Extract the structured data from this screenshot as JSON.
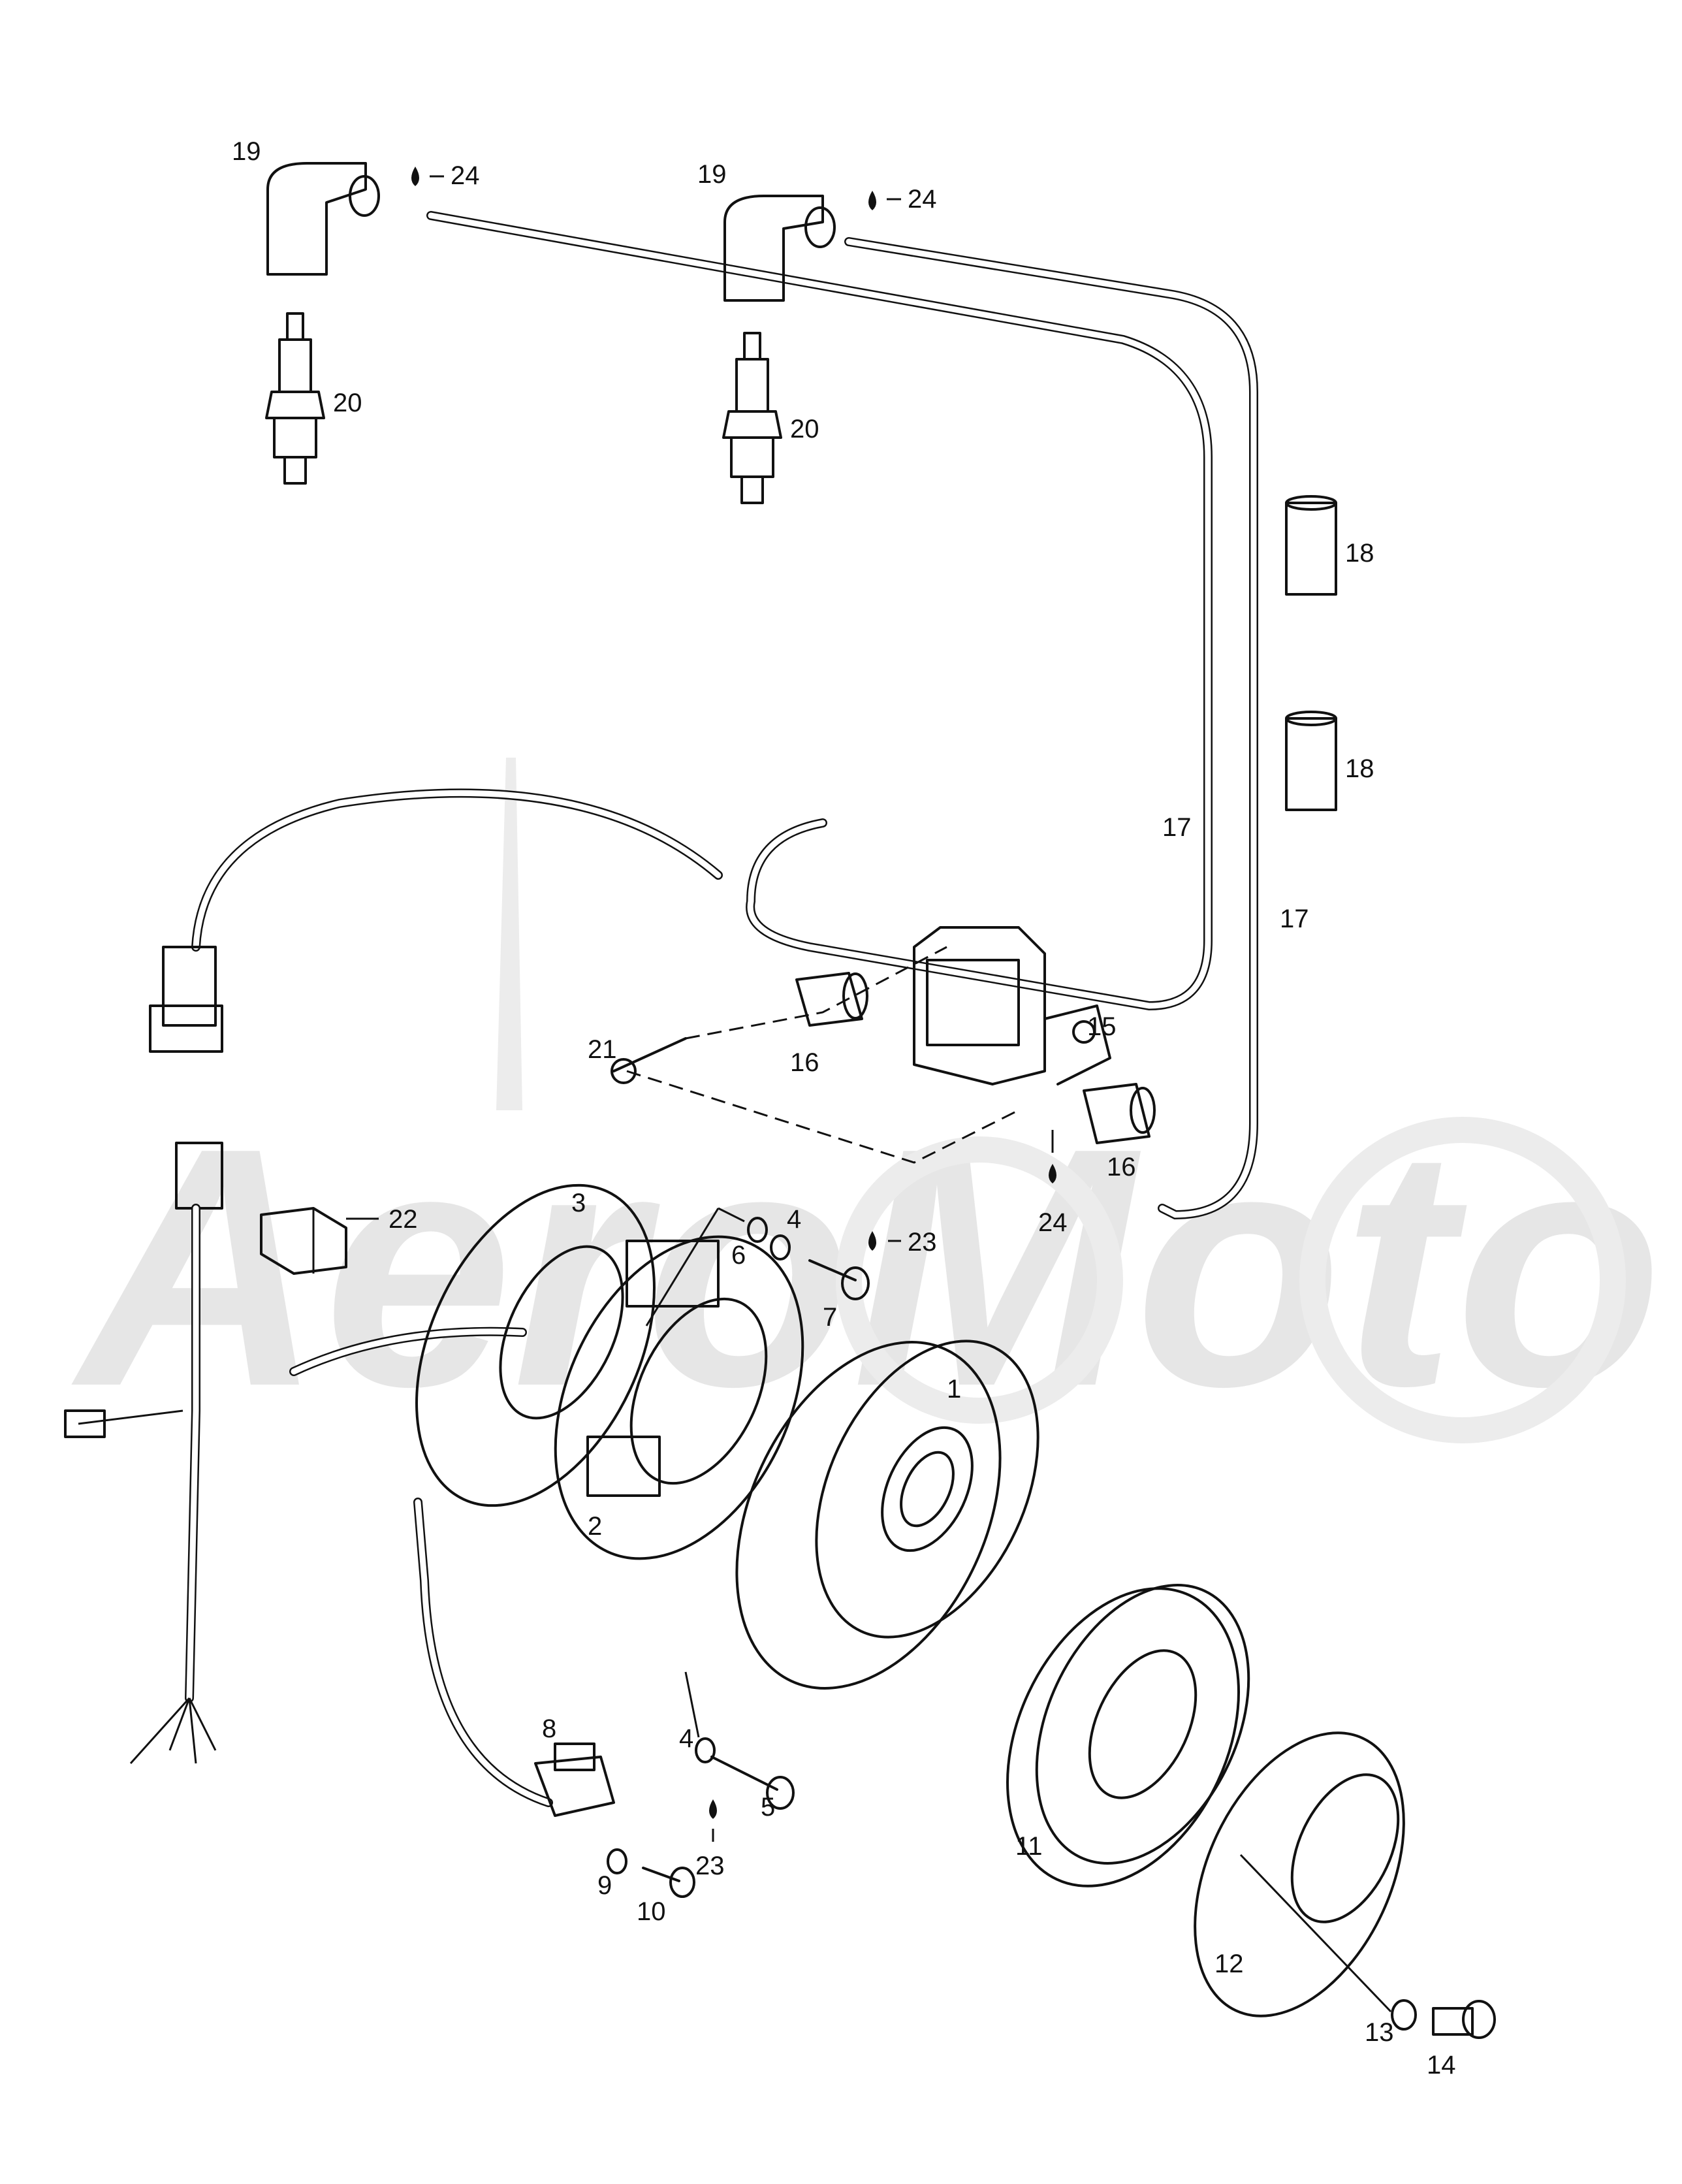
{
  "watermark": {
    "text": "AeroMoto"
  },
  "callouts": {
    "n1": "1",
    "n2": "2",
    "n3": "3",
    "n4a": "4",
    "n4b": "4",
    "n5": "5",
    "n6": "6",
    "n7": "7",
    "n8": "8",
    "n9": "9",
    "n10": "10",
    "n11": "11",
    "n12": "12",
    "n13": "13",
    "n14": "14",
    "n15": "15",
    "n16a": "16",
    "n16b": "16",
    "n17a": "17",
    "n17b": "17",
    "n18a": "18",
    "n18b": "18",
    "n19a": "19",
    "n19b": "19",
    "n20a": "20",
    "n20b": "20",
    "n21": "21",
    "n22": "22",
    "n23a": "23",
    "n23b": "23",
    "n24a": "24",
    "n24b": "24",
    "n24c": "24"
  }
}
